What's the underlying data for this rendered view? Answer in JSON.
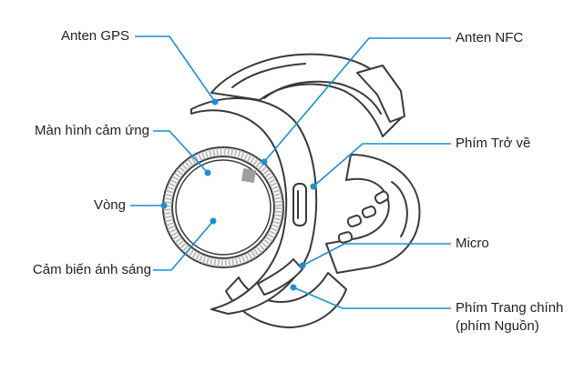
{
  "colors": {
    "callout": "#1b8fd0",
    "outline": "#3a3a3a",
    "bezel_fill": "#bdbdbd",
    "nfc_patch": "#9e9e9e"
  },
  "labels": {
    "gps_antenna": "Anten GPS",
    "touchscreen": "Màn hình cảm ứng",
    "bezel": "Vòng",
    "light_sensor": "Cảm biến ánh sáng",
    "nfc_antenna": "Anten NFC",
    "back_key": "Phím Trở về",
    "microphone": "Micro",
    "home_key_line1": "Phím Trang chính",
    "home_key_line2": "(phím Nguồn)"
  }
}
